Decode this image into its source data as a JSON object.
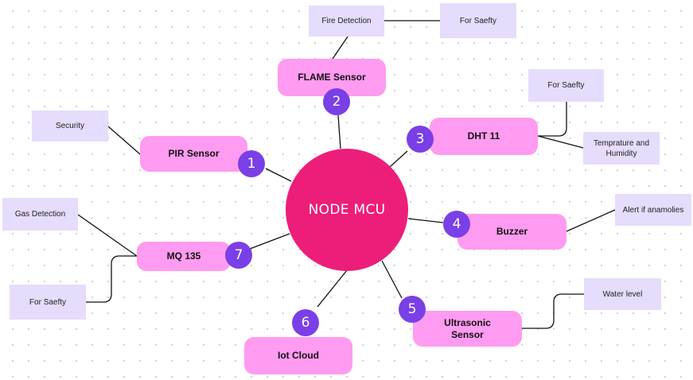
{
  "hub": {
    "label": "NODE MCU"
  },
  "sensors": [
    {
      "number": "1",
      "label": "PIR Sensor"
    },
    {
      "number": "2",
      "label": "FLAME Sensor"
    },
    {
      "number": "3",
      "label": "DHT 11"
    },
    {
      "number": "4",
      "label": "Buzzer"
    },
    {
      "number": "5",
      "label": "Ultrasonic Sensor"
    },
    {
      "number": "6",
      "label": "Iot Cloud"
    },
    {
      "number": "7",
      "label": "MQ 135"
    }
  ],
  "notes": {
    "pir_security": "Security",
    "flame_fire": "Fire Detection",
    "flame_safety": "For Saefty",
    "dht_safety": "For Saefty",
    "dht_temp": "Temprature and Humidity",
    "buzzer_alert": "Alert if anamolies",
    "ultrasonic_water": "Water level",
    "mq_gas": "Gas Detection",
    "mq_safety": "For Saefty"
  },
  "colors": {
    "hub": "#ed1e79",
    "node": "#ff9bf0",
    "badge": "#7a3fe6",
    "note": "#e6dcfb",
    "line": "#111111"
  }
}
